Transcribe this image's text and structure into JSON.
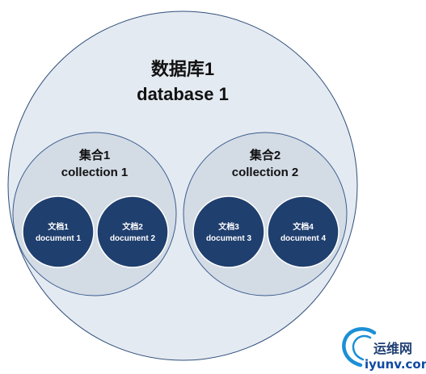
{
  "colors": {
    "database_fill": "#e4eaf1",
    "database_stroke": "#2f4f7a",
    "collection_fill": "#d3dbe5",
    "collection_stroke": "#3a5d8f",
    "document_fill": "#1f3f6e",
    "document_text": "#ffffff",
    "label_text": "#111111",
    "watermark_ring": "#1b8fd6"
  },
  "database": {
    "label_cn": "数据库1",
    "label_en": "database 1"
  },
  "collections": [
    {
      "label_cn": "集合1",
      "label_en": "collection 1",
      "documents": [
        {
          "label_cn": "文档1",
          "label_en": "document 1"
        },
        {
          "label_cn": "文档2",
          "label_en": "document 2"
        }
      ]
    },
    {
      "label_cn": "集合2",
      "label_en": "collection 2",
      "documents": [
        {
          "label_cn": "文档3",
          "label_en": "document 3"
        },
        {
          "label_cn": "文档4",
          "label_en": "document 4"
        }
      ]
    }
  ],
  "watermark": {
    "text_cn": "运维网",
    "text_url": "iyunv.com",
    "icon": "swirl-logo-icon"
  }
}
